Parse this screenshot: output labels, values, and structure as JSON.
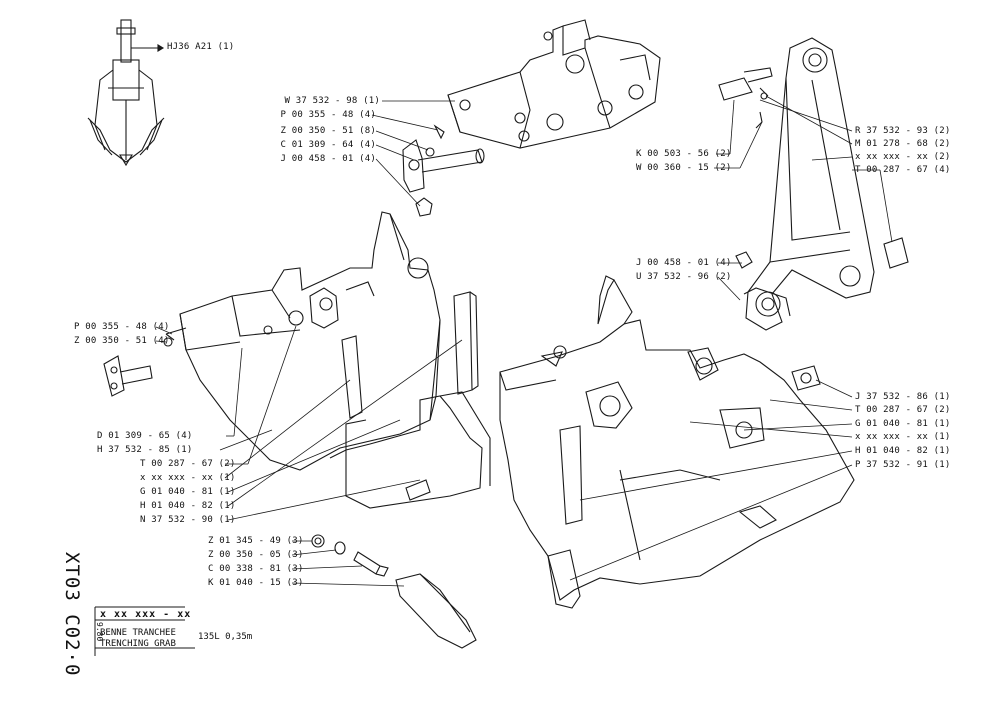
{
  "top_left_label": "HJ36  A21 (1)",
  "callouts_upper_center": [
    "W 37  532 - 98 (1)",
    "P 00  355 - 48 (4)",
    "Z 00  350 - 51 (8)",
    "C 01  309 - 64 (4)",
    "J 00  458 - 01 (4)"
  ],
  "callouts_upper_right": [
    "R 37  532 - 93 (2)",
    "M 01  278 - 68 (2)",
    "x  xx  xxx - xx (2)",
    "T 00  287 - 67 (4)"
  ],
  "callouts_mid_right_left": [
    "K 00  503 - 56 (2)",
    "W 00  360 - 15 (2)"
  ],
  "callouts_center": [
    "J 00  458 - 01 (4)",
    "U 37  532 - 96 (2)"
  ],
  "callouts_left": [
    "P 00  355 - 48 (4)",
    "Z 00  350 - 51 (4)"
  ],
  "callouts_left_lower": [
    "D 01  309 - 65 (4)",
    "H 37  532 - 85 (1)",
    "T 00  287 - 67 (2)",
    "x  xx  xxx - xx (1)",
    "G 01  040 - 81 (1)",
    "H 01  040 - 82 (1)",
    "N 37  532 - 90 (1)"
  ],
  "callouts_right_lower": [
    "J 37  532 - 86 (1)",
    "T 00  287 - 67 (2)",
    "G 01  040 - 81 (1)",
    "x  xx  xxx - xx (1)",
    "H 01  040 - 82 (1)",
    "P 37  532 - 91 (1)"
  ],
  "callouts_bottom": [
    "Z 01  345 - 49 (3)",
    "Z 00  350 - 05 (3)",
    "C 00  338 - 81 (3)",
    "K 01  040 - 15 (3)"
  ],
  "title_block": {
    "drawing_code": "XT03  C02·0",
    "date": "9.80",
    "reference": "x  xx    xxx - xx",
    "name_fr": "BENNE  TRANCHEE",
    "name_en": "TRENCHING  GRAB",
    "spec": "135L   0,35m"
  },
  "colors": {
    "ink": "#1a1a1a",
    "paper": "#ffffff"
  }
}
